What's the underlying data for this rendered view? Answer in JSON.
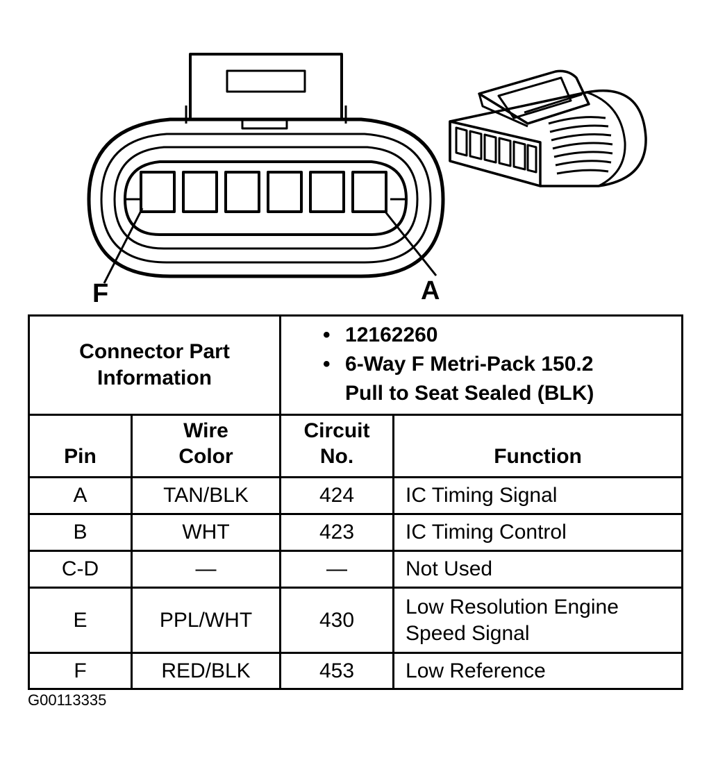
{
  "diagram": {
    "pin_labels": {
      "left": "F",
      "right": "A"
    },
    "figure_id": "G00113335"
  },
  "table": {
    "part_info_label_line1": "Connector Part",
    "part_info_label_line2": "Information",
    "part_info": {
      "part_number": "12162260",
      "description_line1": "6-Way F Metri-Pack 150.2",
      "description_line2": "Pull to Seat Sealed (BLK)"
    },
    "columns": {
      "pin": "Pin",
      "wire_color_line1": "Wire",
      "wire_color_line2": "Color",
      "circuit_line1": "Circuit",
      "circuit_line2": "No.",
      "function": "Function"
    },
    "rows": [
      {
        "pin": "A",
        "wire": "TAN/BLK",
        "circuit": "424",
        "function_line1": "IC Timing Signal",
        "function_line2": ""
      },
      {
        "pin": "B",
        "wire": "WHT",
        "circuit": "423",
        "function_line1": "IC Timing Control",
        "function_line2": ""
      },
      {
        "pin": "C-D",
        "wire": "—",
        "circuit": "—",
        "function_line1": "Not Used",
        "function_line2": ""
      },
      {
        "pin": "E",
        "wire": "PPL/WHT",
        "circuit": "430",
        "function_line1": "Low Resolution Engine",
        "function_line2": "Speed Signal"
      },
      {
        "pin": "F",
        "wire": "RED/BLK",
        "circuit": "453",
        "function_line1": "Low Reference",
        "function_line2": ""
      }
    ]
  }
}
